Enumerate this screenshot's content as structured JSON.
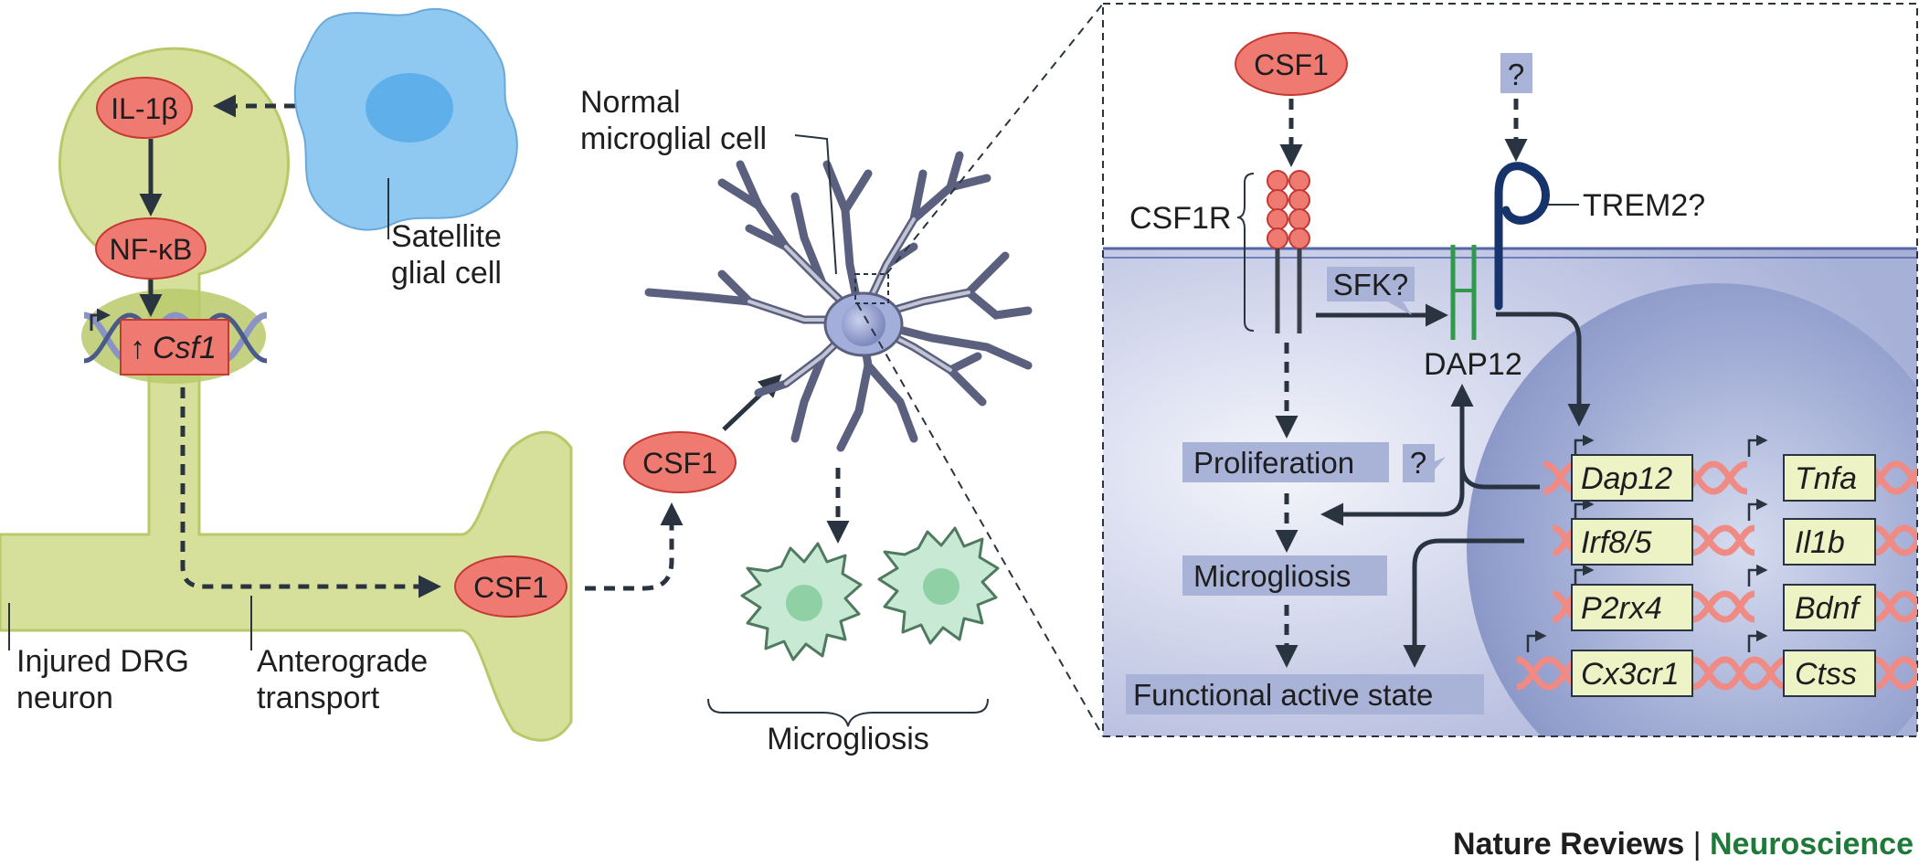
{
  "labels": {
    "il1b": "IL-1β",
    "nfkb": "NF-κB",
    "csf1_gene": "Csf1",
    "up_arrow": "↑",
    "satellite": [
      "Satellite",
      "glial cell"
    ],
    "normal": [
      "Normal",
      "microglial cell"
    ],
    "injured": [
      "Injured DRG",
      "neuron"
    ],
    "anterograde": [
      "Anterograde",
      "transport"
    ],
    "csf1": "CSF1",
    "microgliosis_bottom": "Microgliosis",
    "csf1r": "CSF1R",
    "sfk": "SFK?",
    "dap12": "DAP12",
    "trem2": "TREM2?",
    "question": "?",
    "proliferation": "Proliferation",
    "microgliosis_panel": "Microgliosis",
    "functional": "Functional active state"
  },
  "genes_left": [
    "Dap12",
    "Irf8/5",
    "P2rx4",
    "Cx3cr1"
  ],
  "genes_right": [
    "Tnfa",
    "Il1b",
    "Bdnf",
    "Ctss"
  ],
  "footer": {
    "journal": "Nature Reviews",
    "separator": "|",
    "subject": "Neuroscience"
  },
  "colors": {
    "oval_fill": "#ef7a72",
    "oval_stroke": "#c43a33",
    "neuron_fill": "#d6e09a",
    "neuron_stroke": "#b8c96a",
    "satellite_fill": "#8fc8f0",
    "satellite_nucleus": "#5fb0ea",
    "microglia": "#5a607e",
    "microglia_soma": "#8a94c4",
    "active_microglia_fill": "#c8ead4",
    "active_microglia_stroke": "#4f7a60",
    "panel_bg": "#b8c0e0",
    "nucleus": "#8a98c8",
    "gene_box": "#eef3c6",
    "label_box": "#a9b3d8",
    "arrow": "#2a3440",
    "dap12_green": "#2e9a4a",
    "trem2_blue": "#16346b",
    "accent_green": "#1f7a3a"
  }
}
